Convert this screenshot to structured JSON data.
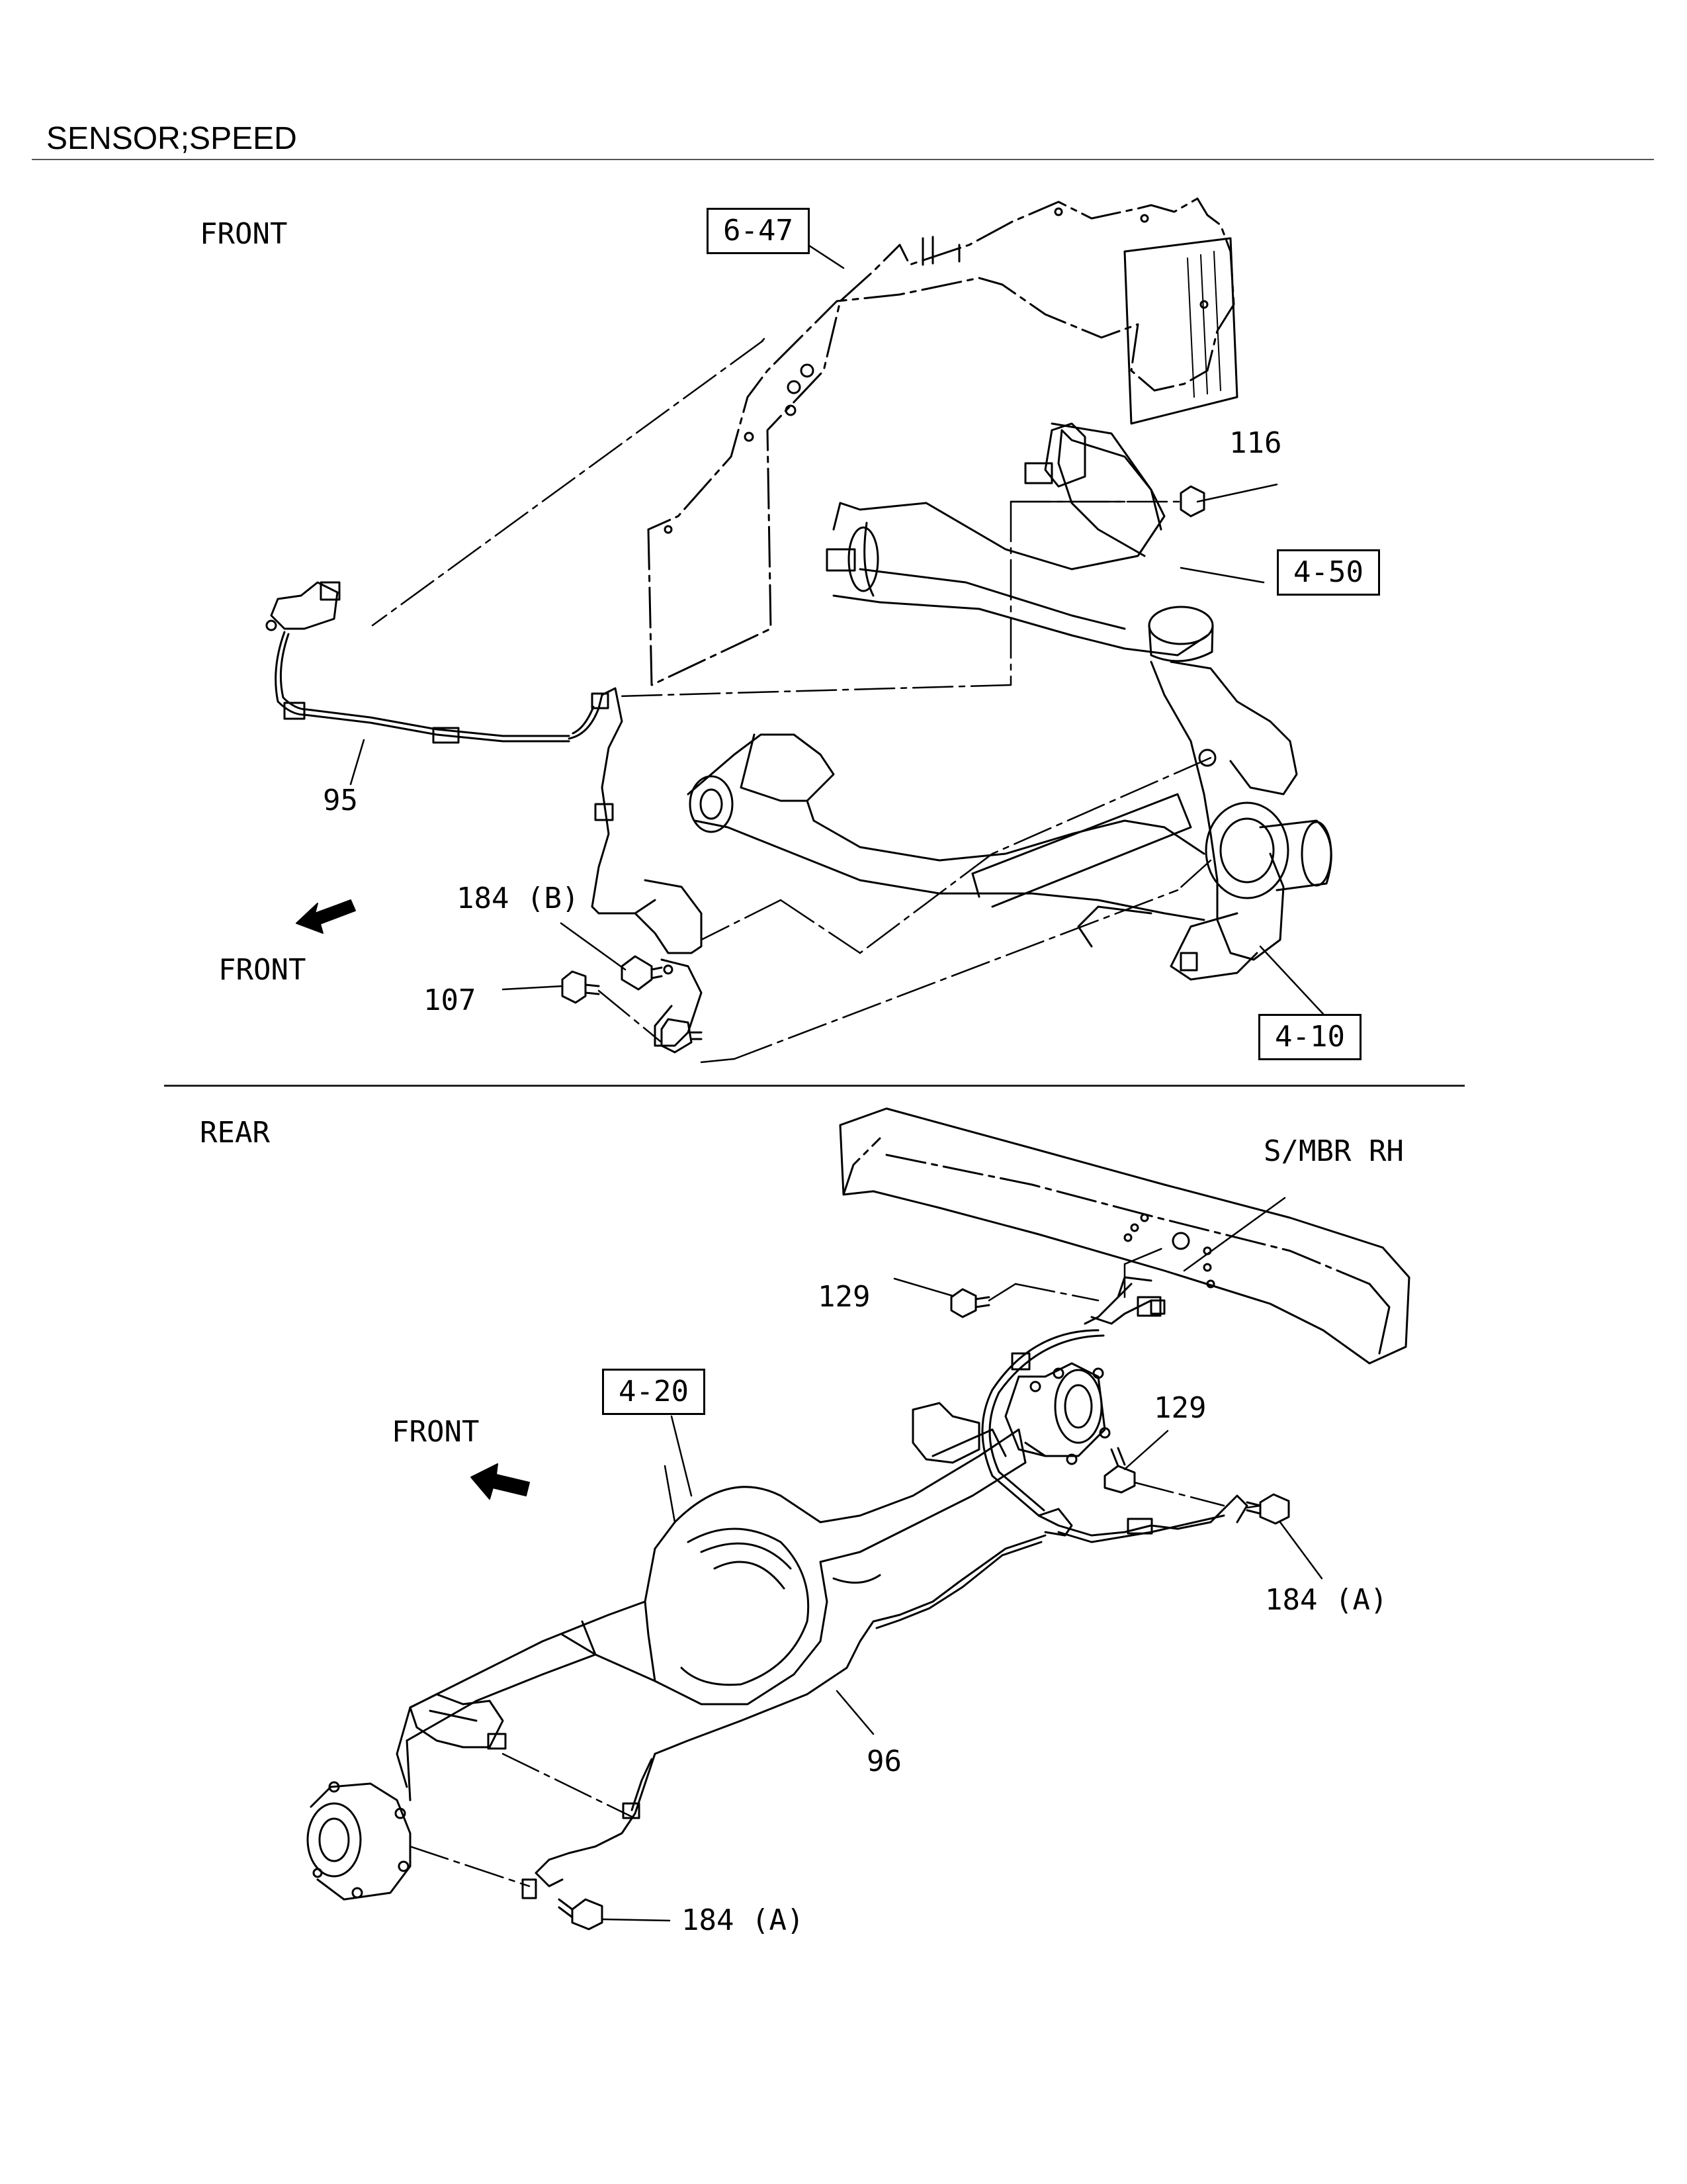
{
  "title": "SENSOR;SPEED",
  "sections": {
    "front": {
      "heading": "FRONT",
      "direction_label": "FRONT",
      "ref_boxes": [
        "6-47",
        "4-50",
        "4-10"
      ],
      "callouts": [
        "116",
        "95",
        "184 (B)",
        "107"
      ]
    },
    "rear": {
      "heading": "REAR",
      "direction_label": "FRONT",
      "member_label": "S/MBR RH",
      "ref_boxes": [
        "4-20"
      ],
      "callouts": [
        "129",
        "129",
        "184 (A)",
        "96",
        "184 (A)"
      ]
    }
  }
}
